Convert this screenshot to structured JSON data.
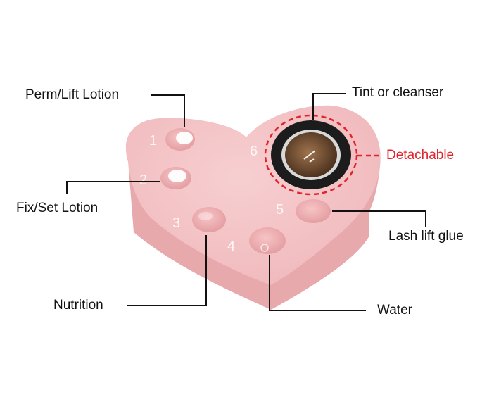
{
  "labels": {
    "perm_lift": "Perm/Lift Lotion",
    "fix_set": "Fix/Set Lotion",
    "nutrition": "Nutrition",
    "tint_cleanser": "Tint or cleanser",
    "detachable": "Detachable",
    "lash_lift_glue": "Lash lift glue",
    "water": "Water"
  },
  "wells": {
    "n1": "1",
    "n2": "2",
    "n3": "3",
    "n4": "4",
    "n5": "5",
    "n6": "6"
  },
  "colors": {
    "tray_top": "#f4c3c5",
    "tray_side": "#eab0b3",
    "leader_line": "#111111",
    "detachable_accent": "#e0242c",
    "cup_ring": "#1c1c1c"
  }
}
